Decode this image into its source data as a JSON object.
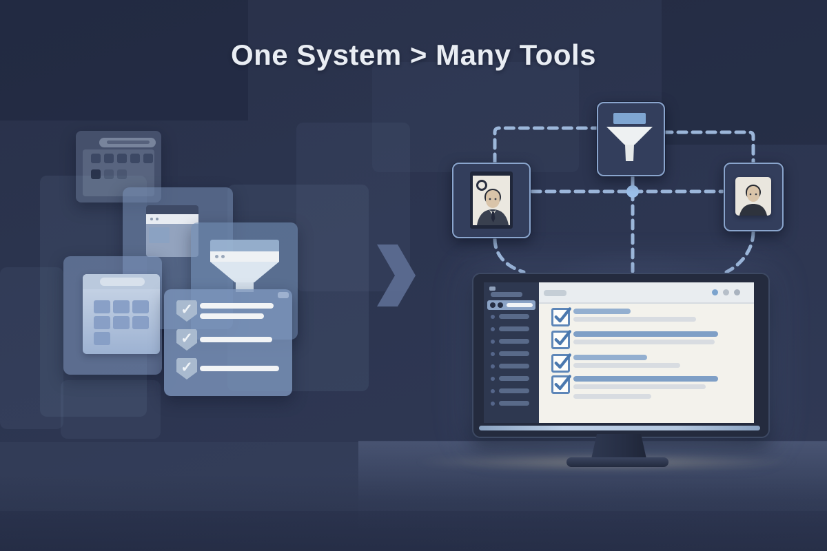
{
  "title": "One System > Many Tools",
  "colors": {
    "background": "#2c3550",
    "title": "#e9edf3",
    "dashed_line": "#a6c2e6",
    "node_fill": "#333e5c",
    "node_border": "#8aa5cd",
    "monitor_bezel": "#242b3e",
    "screen_panel": "#f3f2ec",
    "screen_sidebar": "#2e3850",
    "sidebar_active": "#8ba3c6",
    "checkbox_blue": "#5d86b8",
    "task_bar_blue": "#93afd0",
    "task_bar_strong": "#7e9fc6",
    "task_bar_gray": "#d8dce1",
    "floor_glow": "#d8cda8"
  },
  "left_cluster": {
    "app_grid_card": {
      "icon": "app-grid-icon",
      "row1_icons": 5,
      "row2_icons": 3
    },
    "browser_card": {
      "icon": "browser-window-icon",
      "address_dots": 2
    },
    "funnel_card": {
      "icon": "funnel-icon",
      "address_dots": 2
    },
    "calendar_card": {
      "icon": "calendar-icon",
      "grid": [
        [
          1,
          1,
          1
        ],
        [
          1,
          1,
          1
        ],
        [
          1,
          0,
          0
        ]
      ]
    },
    "checklist_card": {
      "icon": "checklist-icon",
      "rows": [
        {
          "lines": [
            107,
            93
          ]
        },
        {
          "lines": [
            105
          ]
        },
        {
          "lines": [
            115
          ]
        }
      ]
    }
  },
  "transform_arrow": {
    "icon": "chevron-right-icon"
  },
  "diagram": {
    "funnel_node": {
      "icon": "funnel-icon"
    },
    "person_left_node": {
      "icon": "person-badge-icon"
    },
    "person_right_node": {
      "icon": "person-avatar-icon"
    },
    "junction": {
      "icon": "junction-dot"
    },
    "connector_style": "dashed"
  },
  "monitor": {
    "sidebar": {
      "item_count": 8,
      "active_index": 0
    },
    "toolbar": {
      "window_dots": [
        "#7ca4ce",
        "#b6bfc9",
        "#a9b3bf"
      ]
    },
    "checklist_rows": [
      {
        "title_w": 83,
        "sub_w": 178,
        "strong": false
      },
      {
        "title_w": 210,
        "sub_w": 205,
        "strong": true
      },
      {
        "title_w": 107,
        "sub_w": 155,
        "strong": false
      },
      {
        "title_w": 210,
        "sub_w": 192,
        "extra_w": 113,
        "strong": true
      }
    ]
  }
}
